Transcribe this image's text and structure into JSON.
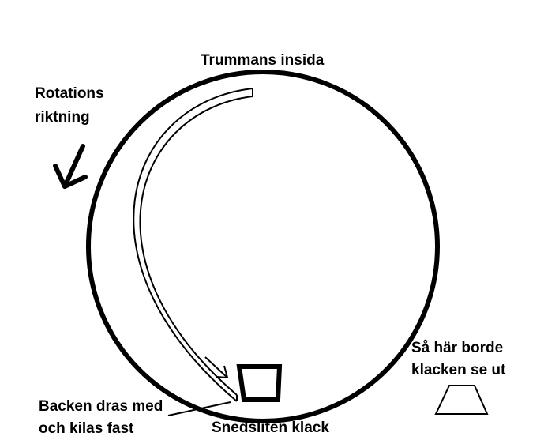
{
  "labels": {
    "drum_inside": "Trummans insida",
    "rotation_line1": "Rotations",
    "rotation_line2": "riktning",
    "proper_lug_line1": "Så här borde",
    "proper_lug_line2": "klacken se ut",
    "shoe_line1": "Backen dras med",
    "shoe_line2": "och kilas fast",
    "worn_lug": "Snedsliten klack"
  },
  "colors": {
    "ink": "#000000",
    "paper": "#ffffff"
  },
  "icons": {
    "rotation_arrow": "arrow-down-left-icon"
  }
}
